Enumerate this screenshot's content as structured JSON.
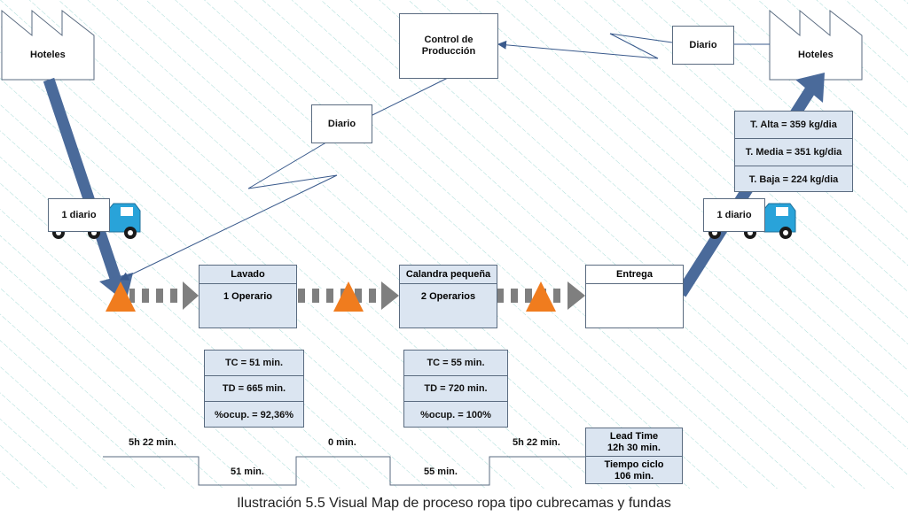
{
  "supplier": {
    "name": "Hoteles"
  },
  "customer": {
    "name": "Hoteles"
  },
  "control": {
    "title_line1": "Control de",
    "title_line2": "Producción"
  },
  "info_flow": {
    "to_supplier_label": "Diario",
    "from_customer_label": "Diario"
  },
  "shipments": {
    "inbound": {
      "label": "1 diario"
    },
    "outbound": {
      "label": "1 diario"
    }
  },
  "customer_demand": [
    "T. Alta = 359 kg/dia",
    "T. Media = 351 kg/dia",
    "T. Baja = 224 kg/dia"
  ],
  "processes": [
    {
      "name": "Lavado",
      "operators": "1 Operario",
      "data": [
        "TC = 51 min.",
        "TD = 665 min.",
        "%ocup. = 92,36%"
      ]
    },
    {
      "name": "Calandra pequeña",
      "operators": "2 Operarios",
      "data": [
        "TC = 55 min.",
        "TD = 720 min.",
        "%ocup. = 100%"
      ]
    },
    {
      "name": "Entrega",
      "operators": "",
      "data": []
    }
  ],
  "timeline": {
    "wait_times": [
      "5h 22 min.",
      "0 min.",
      "5h 22 min."
    ],
    "process_times": [
      "51 min.",
      "55 min."
    ]
  },
  "summary": {
    "lead_time_label": "Lead Time",
    "lead_time_value": "12h 30 min.",
    "cycle_time_label": "Tiempo ciclo",
    "cycle_time_value": "106 min."
  },
  "caption": "Ilustración 5.5 Visual Map de proceso ropa tipo cubrecamas y fundas",
  "colors": {
    "hatch": "#a8dcd8",
    "box_fill": "#dbe5f1",
    "border": "#5a6b80",
    "arrow": "#4a6a9a",
    "push_arrow": "#7f7f7f",
    "inventory": "#f07c1e",
    "truck": "#29a3d9",
    "info_line": "#3a5a8c"
  }
}
